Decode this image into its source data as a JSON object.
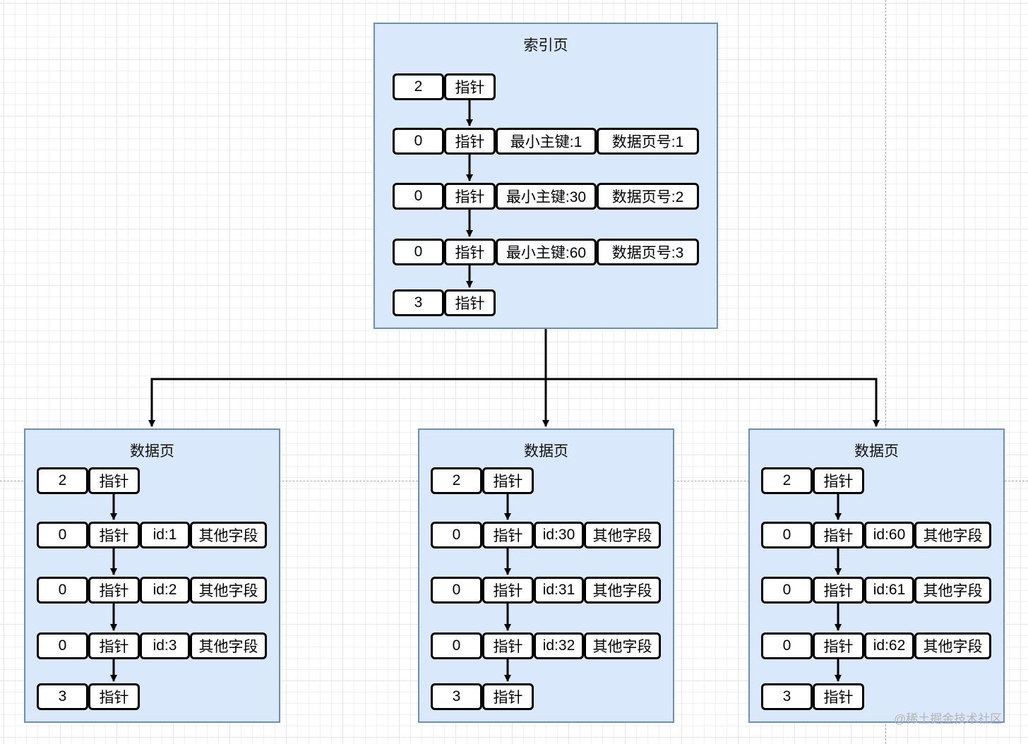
{
  "index_page": {
    "title": "索引页",
    "rows": [
      {
        "n": "2",
        "pointer": "指针"
      },
      {
        "n": "0",
        "pointer": "指针",
        "min_key": "最小主键:1",
        "page_no": "数据页号:1"
      },
      {
        "n": "0",
        "pointer": "指针",
        "min_key": "最小主键:30",
        "page_no": "数据页号:2"
      },
      {
        "n": "0",
        "pointer": "指针",
        "min_key": "最小主键:60",
        "page_no": "数据页号:3"
      },
      {
        "n": "3",
        "pointer": "指针"
      }
    ]
  },
  "data_pages": [
    {
      "title": "数据页",
      "rows": [
        {
          "n": "2",
          "pointer": "指针"
        },
        {
          "n": "0",
          "pointer": "指针",
          "id": "id:1",
          "other": "其他字段"
        },
        {
          "n": "0",
          "pointer": "指针",
          "id": "id:2",
          "other": "其他字段"
        },
        {
          "n": "0",
          "pointer": "指针",
          "id": "id:3",
          "other": "其他字段"
        },
        {
          "n": "3",
          "pointer": "指针"
        }
      ]
    },
    {
      "title": "数据页",
      "rows": [
        {
          "n": "2",
          "pointer": "指针"
        },
        {
          "n": "0",
          "pointer": "指针",
          "id": "id:30",
          "other": "其他字段"
        },
        {
          "n": "0",
          "pointer": "指针",
          "id": "id:31",
          "other": "其他字段"
        },
        {
          "n": "0",
          "pointer": "指针",
          "id": "id:32",
          "other": "其他字段"
        },
        {
          "n": "3",
          "pointer": "指针"
        }
      ]
    },
    {
      "title": "数据页",
      "rows": [
        {
          "n": "2",
          "pointer": "指针"
        },
        {
          "n": "0",
          "pointer": "指针",
          "id": "id:60",
          "other": "其他字段"
        },
        {
          "n": "0",
          "pointer": "指针",
          "id": "id:61",
          "other": "其他字段"
        },
        {
          "n": "0",
          "pointer": "指针",
          "id": "id:62",
          "other": "其他字段"
        },
        {
          "n": "3",
          "pointer": "指针"
        }
      ]
    }
  ],
  "watermark": "@稀土掘金技术社区"
}
